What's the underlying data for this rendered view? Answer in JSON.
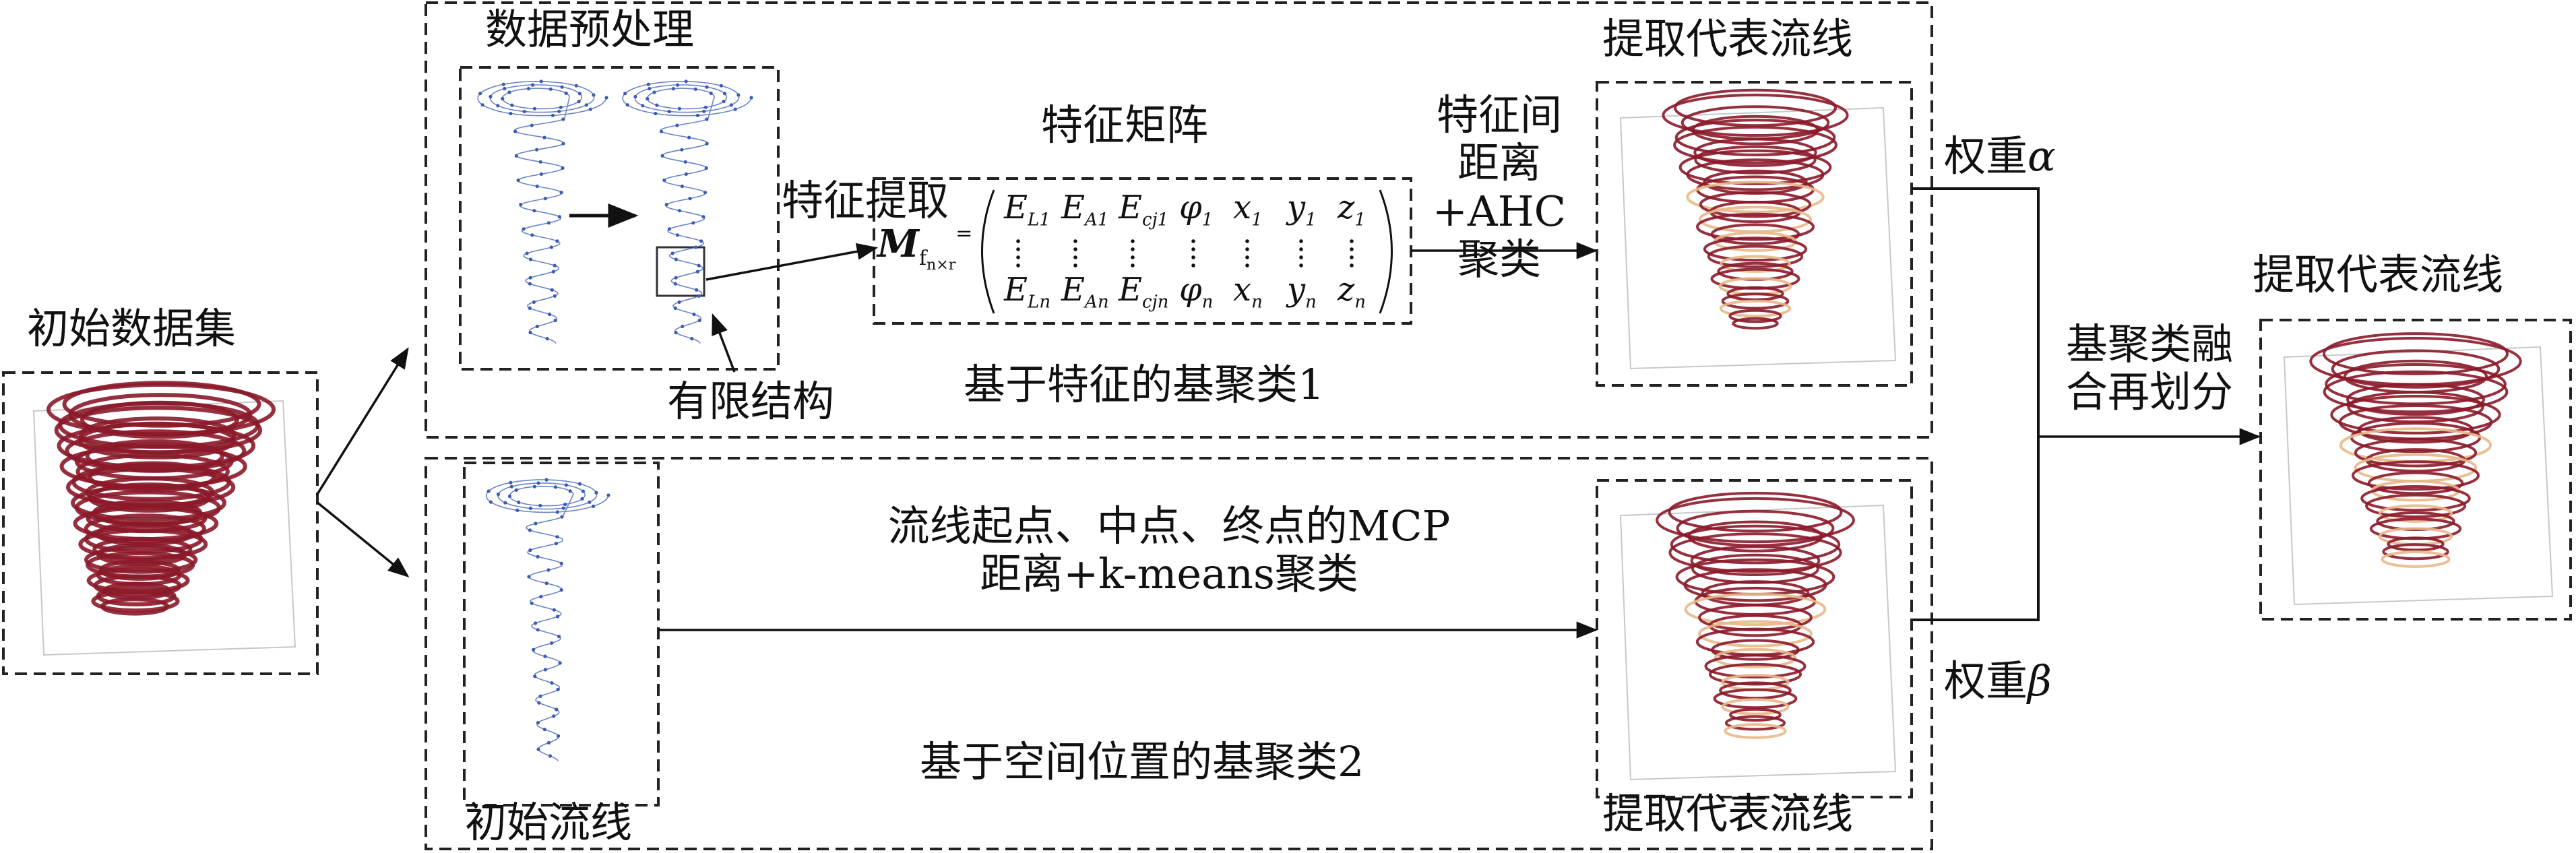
{
  "labels": {
    "initial_dataset": "初始数据集",
    "preprocessing": "数据预处理",
    "feature_extraction": "特征提取",
    "finite_structure": "有限结构",
    "feature_matrix": "特征矩阵",
    "feature_distance_line1": "特征间",
    "feature_distance_line2": "距离",
    "feature_distance_line3": "+AHC",
    "feature_distance_line4": "聚类",
    "extract_top": "提取代表流线",
    "base_cluster_1": "基于特征的基聚类1",
    "mcp_line1": "流线起点、中点、终点的MCP",
    "mcp_line2": "距离+k-means聚类",
    "initial_streamline": "初始流线",
    "base_cluster_2": "基于空间位置的基聚类2",
    "extract_bottom": "提取代表流线",
    "weight_alpha_prefix": "权重",
    "weight_alpha_symbol": "α",
    "weight_beta_prefix": "权重",
    "weight_beta_symbol": "β",
    "fusion_line1": "基聚类融",
    "fusion_line2": "合再划分",
    "extract_final": "提取代表流线"
  },
  "matrix": {
    "symbol": "M",
    "subscript": "f",
    "sub_n": "n×r",
    "equals": "=",
    "row_first": [
      {
        "base": "E",
        "sub": "L1"
      },
      {
        "base": "E",
        "sub": "A1"
      },
      {
        "base": "E",
        "sub": "cj1"
      },
      {
        "base": "φ",
        "sub": "1"
      },
      {
        "base": "x",
        "sub": "1"
      },
      {
        "base": "y",
        "sub": "1"
      },
      {
        "base": "z",
        "sub": "1"
      }
    ],
    "row_last": [
      {
        "base": "E",
        "sub": "Ln"
      },
      {
        "base": "E",
        "sub": "An"
      },
      {
        "base": "E",
        "sub": "cjn"
      },
      {
        "base": "φ",
        "sub": "n"
      },
      {
        "base": "x",
        "sub": "n"
      },
      {
        "base": "y",
        "sub": "n"
      },
      {
        "base": "z",
        "sub": "n"
      }
    ]
  },
  "colors": {
    "streamline_red": "#8b1a2a",
    "streamline_light": "#e8b888",
    "helix_blue": "#3b5bb5",
    "line": "#111111"
  }
}
